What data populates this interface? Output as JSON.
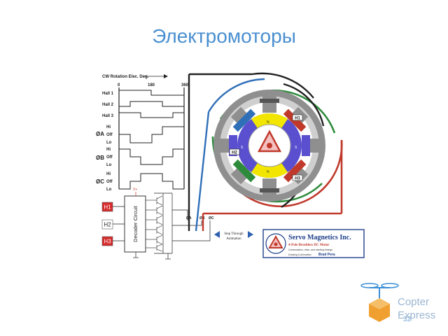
{
  "slide": {
    "title": "Электромоторы",
    "page_number": "32"
  },
  "timing": {
    "rotation_label": "CW Rotation Elec. Deg.",
    "ticks": [
      "0",
      "180",
      "360"
    ],
    "hall_signals": [
      "Hall 1",
      "Hall 2",
      "Hall 3"
    ],
    "phases": [
      {
        "name": "ØA",
        "levels": [
          "Hi",
          "Off",
          "Lo"
        ]
      },
      {
        "name": "ØB",
        "levels": [
          "Hi",
          "Off",
          "Lo"
        ]
      },
      {
        "name": "ØC",
        "levels": [
          "Hi",
          "Off",
          "Lo"
        ]
      }
    ]
  },
  "circuit": {
    "sensors": [
      "H1",
      "H2",
      "H3"
    ],
    "decoder_label": "Decoder Circuit",
    "supply_label": "V+",
    "phase_outputs": [
      "ØA",
      "ØB",
      "ØC"
    ],
    "step_button": [
      "Step Through",
      "Animation"
    ]
  },
  "motor": {
    "hall_labels": [
      "H1",
      "H2",
      "H3"
    ],
    "pole_labels": [
      "N",
      "S",
      "N",
      "S"
    ]
  },
  "company": {
    "name": "Servo Magnetics Inc.",
    "subtitle": "4-Pole Brushless DC Motor",
    "description": "Commutation, drive, and winding timings",
    "credit_label": "Drawing & Animation:",
    "credit_name": "Brad Pera"
  },
  "logo": {
    "line1": "Copter",
    "line2": "Express"
  },
  "colors": {
    "title": "#4a8fd0",
    "coil_red": "#c0392b",
    "coil_green": "#2e8b3c",
    "coil_blue": "#2f6fb8",
    "rotor_yellow": "#f2e600",
    "rotor_purple": "#5a4fcf",
    "logo_orange": "#f0a030",
    "logo_blue": "#3b8fd6"
  }
}
